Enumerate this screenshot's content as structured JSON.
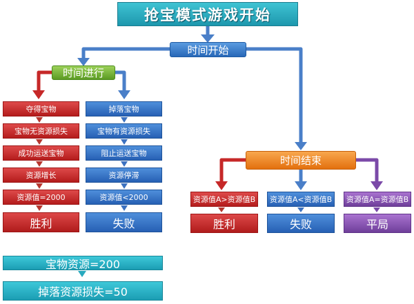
{
  "title": "抢宝模式游戏开始",
  "start_node": "时间开始",
  "in_progress_node": "时间进行",
  "end_node": "时间结束",
  "left_column": [
    "夺得宝物",
    "宝物无资源损失",
    "成功运送宝物",
    "资源增长",
    "资源值=2000",
    "胜利"
  ],
  "right_column": [
    "掉落宝物",
    "宝物有资源损失",
    "阻止运送宝物",
    "资源停滞",
    "资源值<2000",
    "失败"
  ],
  "end_results": [
    {
      "condition": "资源值A>资源值B",
      "result": "胜利"
    },
    {
      "condition": "资源值A<资源值B",
      "result": "失败"
    },
    {
      "condition": "资源值A=资源值B",
      "result": "平局"
    }
  ],
  "notes": [
    "宝物资源=200",
    "掉落资源损失=50"
  ],
  "colors": {
    "red": "#c62828",
    "blue": "#2f6fc4",
    "purple": "#7b4aa8",
    "arrow_blue": "#4a7fc8",
    "teal": "#27a9be"
  }
}
